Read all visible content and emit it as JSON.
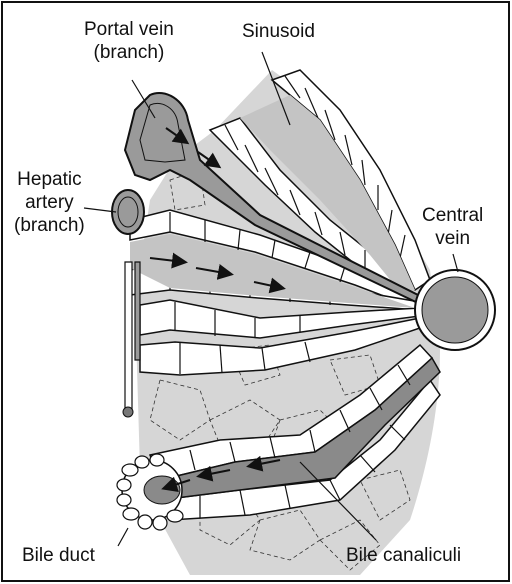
{
  "labels": {
    "portal_vein": [
      "Portal vein",
      "(branch)"
    ],
    "sinusoid": "Sinusoid",
    "hepatic_artery": [
      "Hepatic",
      "artery",
      "(branch)"
    ],
    "central_vein": [
      "Central",
      "vein"
    ],
    "bile_duct": "Bile duct",
    "bile_canaliculi": "Bile canaliculi"
  },
  "colors": {
    "stroke": "#111111",
    "tissue_gray": "#d6d6d6",
    "vessel_gray": "#9a9a9a",
    "sinusoid_gray": "#c4c4c4",
    "background": "#ffffff"
  }
}
